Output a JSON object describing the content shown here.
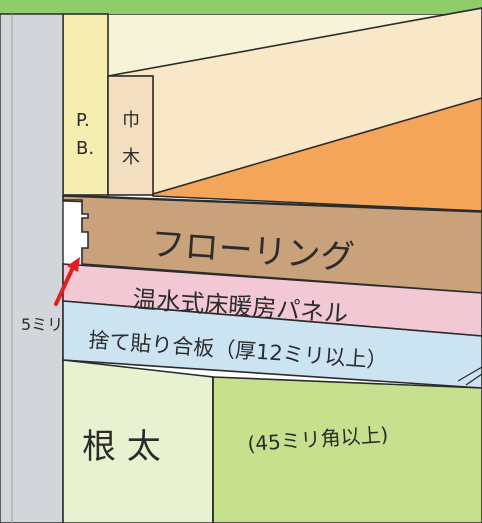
{
  "labels": {
    "pb_line1": "P.",
    "pb_line2": "B.",
    "baseboard_line1": "巾",
    "baseboard_line2": "木",
    "flooring": "フローリング",
    "heating_panel": "温水式床暖房パネル",
    "subfloor": "捨て貼り合板（厚12ミリ以上）",
    "joist": "根 太",
    "joist_spec": "(45ミリ角以上)",
    "gap": "5ミリ"
  },
  "colors": {
    "top_band": "#8fcd6a",
    "wall_outer": "#d2d6da",
    "pb_board": "#f5eeb0",
    "baseboard": "#f3dfbf",
    "wall_back": "#f7f3d8",
    "upper_board": "#f9e8c8",
    "orange_floor": "#f5a55a",
    "flooring": "#c9a27c",
    "flooring_top": "#f2e0cb",
    "panel": "#f2c8d4",
    "subfloor": "#cce3f2",
    "joist_front": "#e8f2d0",
    "joist_right": "#c6e08e",
    "arrow": "#e02020"
  }
}
